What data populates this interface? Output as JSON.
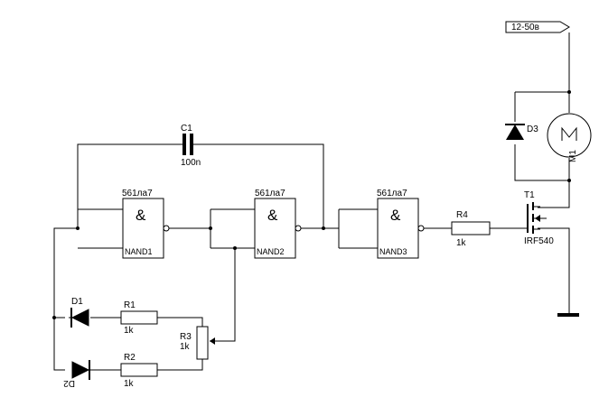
{
  "power": {
    "label": "12-50в"
  },
  "gates": [
    {
      "part": "561ла7",
      "name": "NAND1",
      "symbol": "&"
    },
    {
      "part": "561ла7",
      "name": "NAND2",
      "symbol": "&"
    },
    {
      "part": "561ла7",
      "name": "NAND3",
      "symbol": "&"
    }
  ],
  "capacitor": {
    "ref": "C1",
    "value": "100n"
  },
  "resistors": {
    "r1": {
      "ref": "R1",
      "value": "1k"
    },
    "r2": {
      "ref": "R2",
      "value": "1k"
    },
    "r3": {
      "ref": "R3",
      "value": "1k"
    },
    "r4": {
      "ref": "R4",
      "value": "1k"
    }
  },
  "diodes": {
    "d1": "D1",
    "d2": "D2",
    "d3": "D3"
  },
  "transistor": {
    "ref": "T1",
    "model": "IRF540"
  },
  "motor": {
    "ref": "M1"
  }
}
